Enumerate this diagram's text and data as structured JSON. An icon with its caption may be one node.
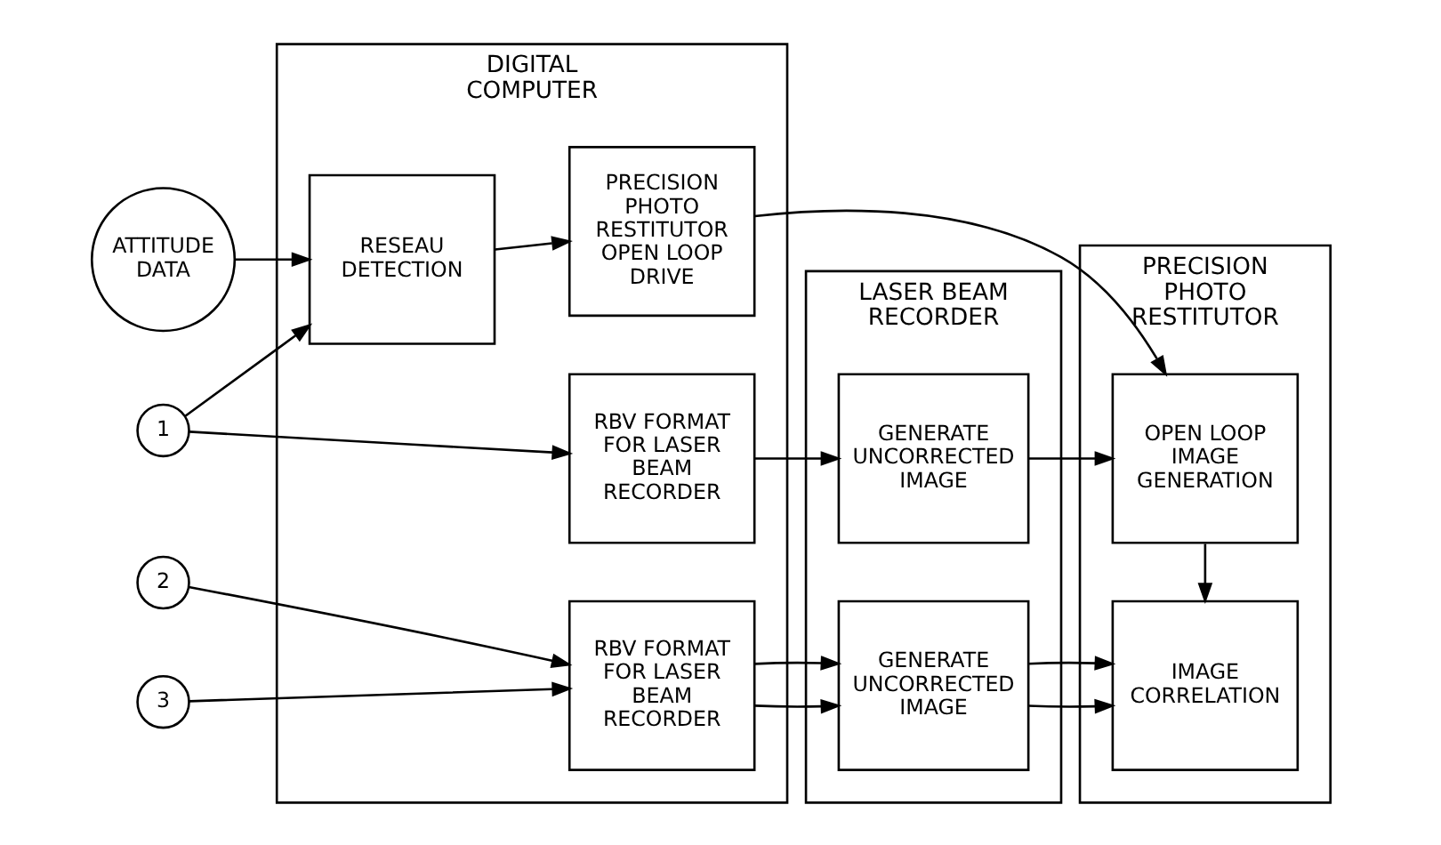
{
  "diagram": {
    "nodes": [
      {
        "text": [
          "DIGITAL COMPUTER"
        ]
      },
      {
        "text": [
          "LASER BEAM RECORDER"
        ]
      },
      {
        "text": [
          "PRECISION PHOTO RESTITUTOR"
        ]
      },
      {
        "text": [
          "ATTITUDE DATA"
        ]
      },
      {
        "text": [
          "RESEAU DETECTION"
        ],
        "in": 0
      },
      {
        "text": [
          "PRECISION PHOTO RESTITUTOR OPEN LOOP DRIVE"
        ],
        "in": 0
      },
      {
        "text": [
          "1"
        ]
      },
      {
        "text": [
          "RBV FORMAT FOR LASER BEAM RECORDER"
        ],
        "in": 0
      },
      {
        "text": [
          "GENERATE UNCORRECTED IMAGE"
        ],
        "in": 1
      },
      {
        "text": [
          "OPEN LOOP IMAGE GENERATION"
        ],
        "in": 2
      },
      {
        "text": [
          "2"
        ]
      },
      {
        "text": [
          "3"
        ]
      },
      {
        "text": [
          "RBV FORMAT FOR LASER BEAM RECORDER"
        ],
        "in": 0
      },
      {
        "text": [
          "GENERATE UNCORRECTED IMAGE"
        ],
        "in": 1
      },
      {
        "text": [
          "IMAGE CORRELATION"
        ],
        "in": 2
      }
    ],
    "edges": [
      {
        "from": 3,
        "to": 4,
        "arrow": "to"
      },
      {
        "from": 6,
        "to": 4,
        "arrow": "to"
      },
      {
        "from": 4,
        "to": 5,
        "arrow": "to"
      },
      {
        "from": 5,
        "to": 9,
        "arrow": "to"
      },
      {
        "from": 6,
        "to": 7,
        "arrow": "to"
      },
      {
        "from": 7,
        "to": 8,
        "arrow": "to"
      },
      {
        "from": 8,
        "to": 9,
        "arrow": "to"
      },
      {
        "from": 9,
        "to": 14,
        "arrow": "to"
      },
      {
        "from": 10,
        "to": 12,
        "arrow": "to"
      },
      {
        "from": 11,
        "to": 12,
        "arrow": "to"
      },
      {
        "from": 12,
        "to": 13,
        "arrow": "to"
      },
      {
        "from": 12,
        "to": 13,
        "arrow": "to"
      },
      {
        "from": 13,
        "to": 14,
        "arrow": "to"
      },
      {
        "from": 13,
        "to": 14,
        "arrow": "to"
      }
    ]
  }
}
